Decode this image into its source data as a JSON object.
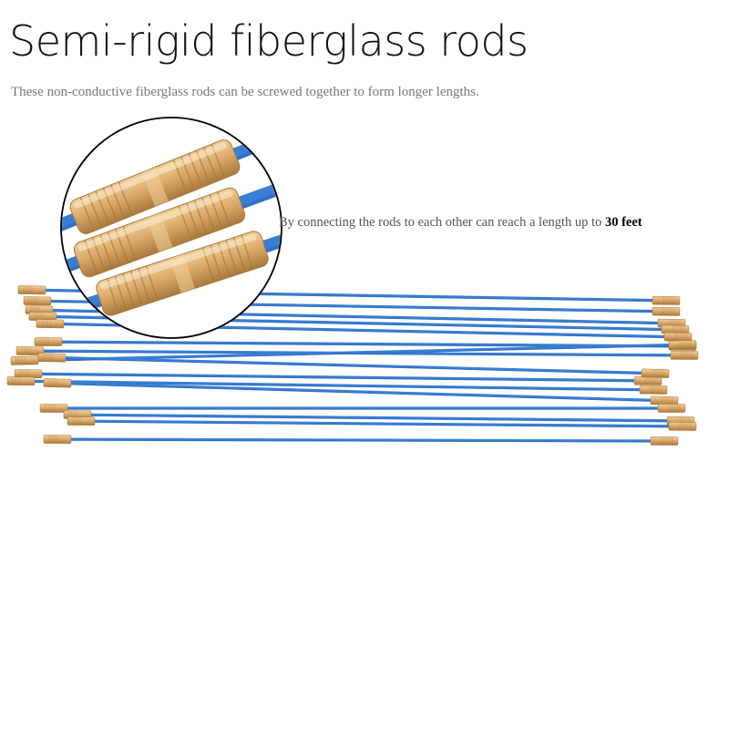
{
  "heading": {
    "title": "Semi-rigid fiberglass rods",
    "subtitle": "These non-conductive fiberglass rods can be screwed together to form longer lengths."
  },
  "callout": {
    "text": "By connecting the rods to each other can reach a length up to ",
    "highlight": "30 feet"
  },
  "colors": {
    "rod": "#3a7fd6",
    "rod_shadow": "#2a62b3",
    "brass": "#d9a868",
    "brass_dark": "#a8783c",
    "brass_light": "#f2cf97"
  }
}
